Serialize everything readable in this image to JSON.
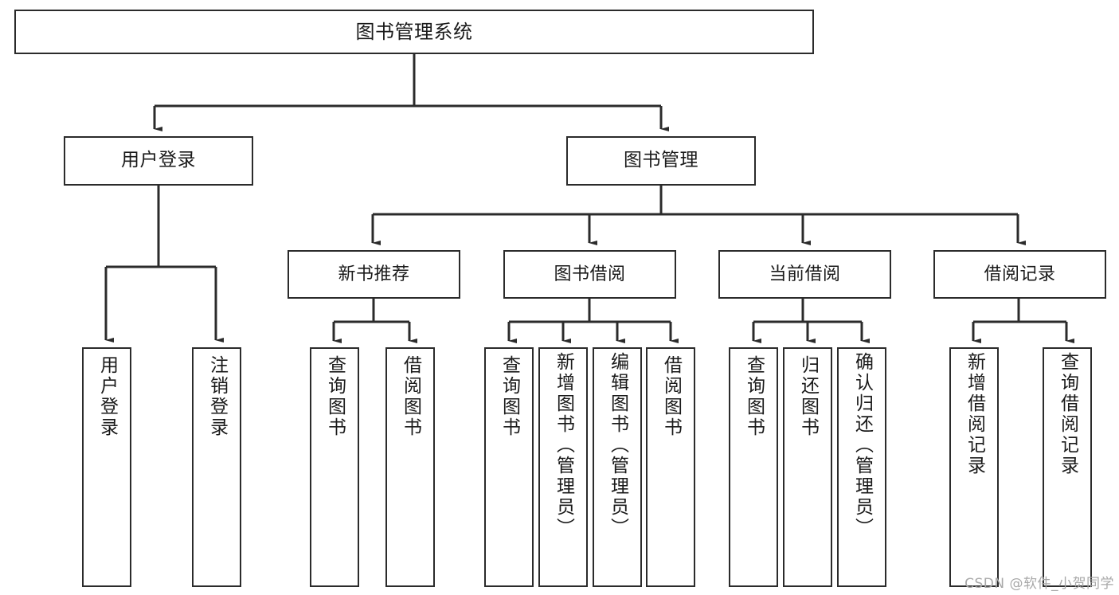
{
  "diagram": {
    "title": "图书管理系统",
    "type": "tree-hierarchy",
    "watermark": "CSDN @软件_小贺同学",
    "colors": {
      "background": "#ffffff",
      "node_border": "#2b2b2b",
      "node_fill": "#ffffff",
      "edge": "#2b2b2b",
      "text": "#1a1a1a",
      "watermark": "#a8a8a8"
    },
    "nodes": {
      "root": {
        "label": "图书管理系统"
      },
      "level1": [
        {
          "id": "user_login",
          "label": "用户登录"
        },
        {
          "id": "book_manage",
          "label": "图书管理"
        }
      ],
      "level2": [
        {
          "id": "new_book_rec",
          "label": "新书推荐"
        },
        {
          "id": "book_borrow",
          "label": "图书借阅"
        },
        {
          "id": "current_borrow",
          "label": "当前借阅"
        },
        {
          "id": "borrow_record",
          "label": "借阅记录"
        }
      ],
      "leaves": {
        "user_login": [
          {
            "id": "leaf_user_login",
            "label": "用户登录"
          },
          {
            "id": "leaf_user_logout",
            "label": "注销登录"
          }
        ],
        "new_book_rec": [
          {
            "id": "leaf_query_book_1",
            "label": "查询图书"
          },
          {
            "id": "leaf_borrow_book_1",
            "label": "借阅图书"
          }
        ],
        "book_borrow": [
          {
            "id": "leaf_query_book_2",
            "label": "查询图书"
          },
          {
            "id": "leaf_add_book",
            "label": "新增图书（管理员）"
          },
          {
            "id": "leaf_edit_book",
            "label": "编辑图书（管理员）"
          },
          {
            "id": "leaf_borrow_book_2",
            "label": "借阅图书"
          }
        ],
        "current_borrow": [
          {
            "id": "leaf_query_book_3",
            "label": "查询图书"
          },
          {
            "id": "leaf_return_book",
            "label": "归还图书"
          },
          {
            "id": "leaf_confirm_return",
            "label": "确认归还（管理员）"
          }
        ],
        "borrow_record": [
          {
            "id": "leaf_add_record",
            "label": "新增借阅记录"
          },
          {
            "id": "leaf_query_record",
            "label": "查询借阅记录"
          }
        ]
      }
    }
  }
}
